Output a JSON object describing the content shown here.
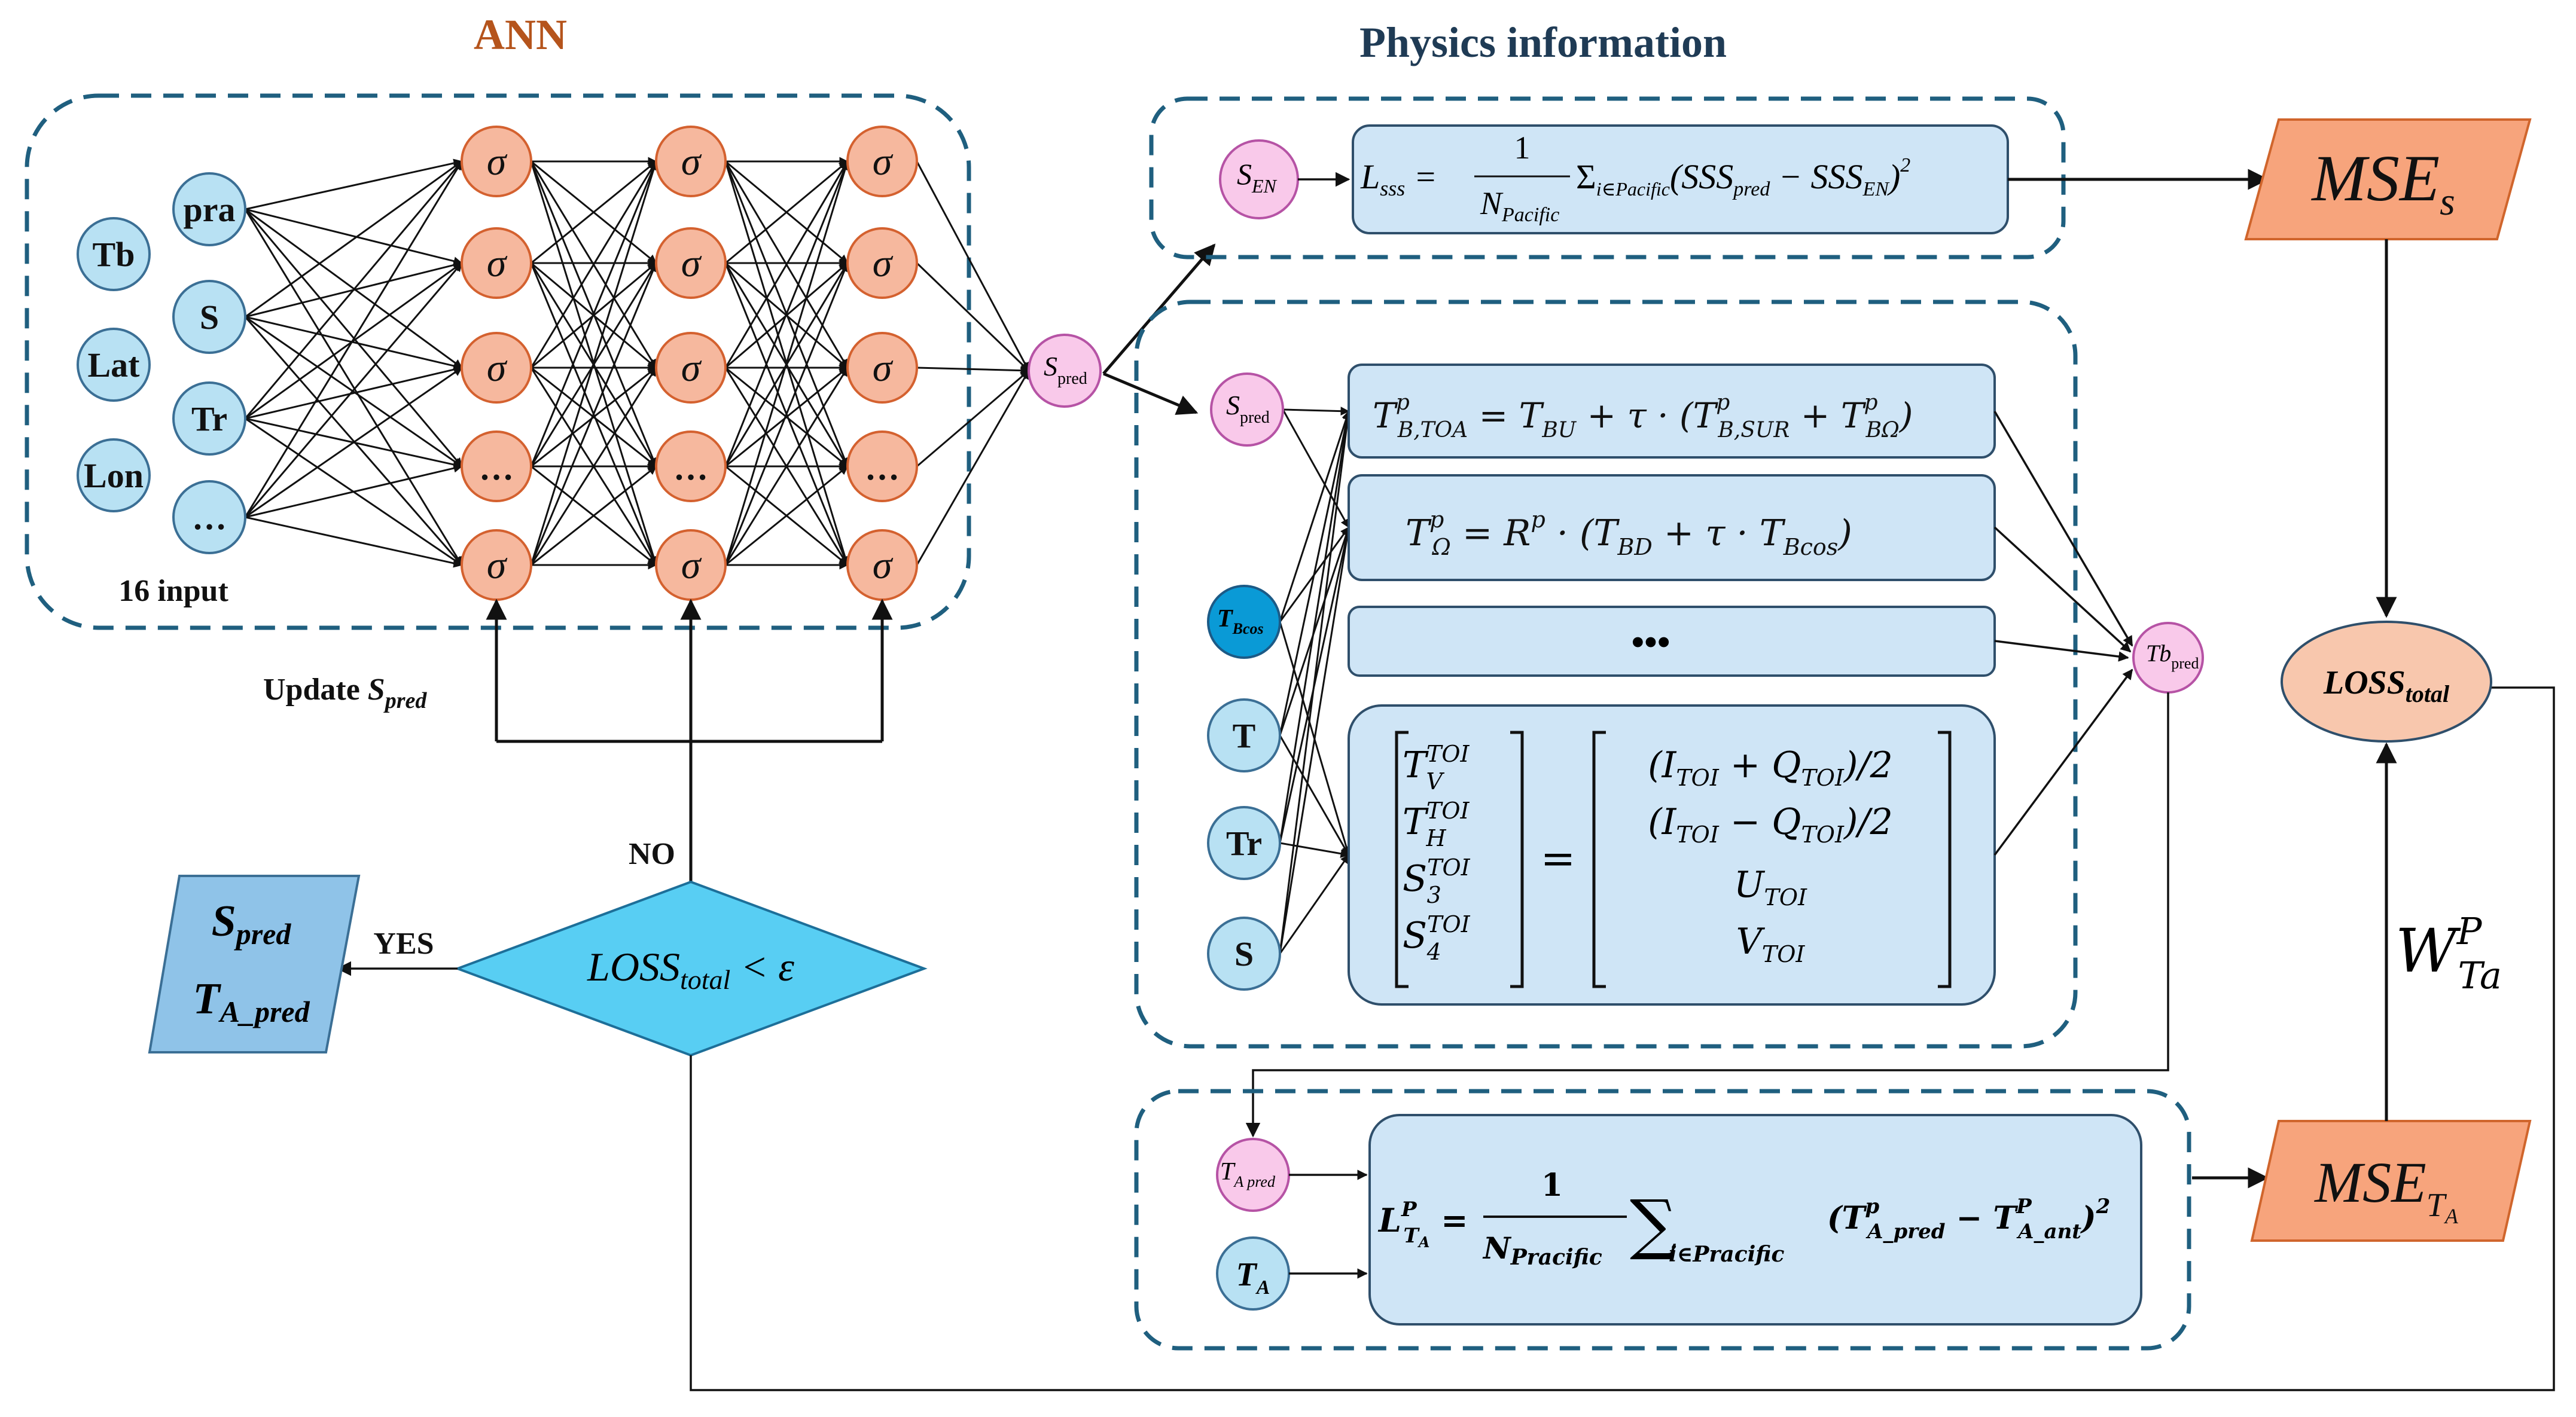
{
  "titles": {
    "ann": "ANN",
    "physics": "Physics information"
  },
  "inputs": {
    "column1": [
      "Tb",
      "Lat",
      "Lon"
    ],
    "column2": [
      "pra",
      "S",
      "Tr",
      "…"
    ],
    "count_label": "16 input"
  },
  "hidden_layer_nodes": [
    "σ",
    "σ",
    "σ",
    "…",
    "σ"
  ],
  "ann_output": {
    "main": "S",
    "sub": "pred"
  },
  "update_label": {
    "prefix": "Update ",
    "var": "S",
    "sub": "pred"
  },
  "decision": {
    "condition": "LOSS",
    "condition_sub": "total",
    "condition_rest": " < ε",
    "no_label": "NO",
    "yes_label": "YES"
  },
  "result": {
    "line1_main": "S",
    "line1_sub": "pred",
    "line2_main": "T",
    "line2_sub": "A_pred"
  },
  "physics_top": {
    "node_main": "S",
    "node_sub": "EN",
    "equation": {
      "lhs": "L",
      "lhs_sub": "sss",
      "num": "1",
      "den": "N",
      "den_sub": "Pacific",
      "sum": "Σ",
      "sum_sub": "i∈Pacific",
      "body_a": "(SSS",
      "body_a_sub": "pred",
      "body_b": " − SSS",
      "body_b_sub": "EN",
      "body_c": ")",
      "power": "2"
    }
  },
  "physics_mid": {
    "nodes": [
      {
        "main": "S",
        "sub": "pred"
      },
      {
        "main": "T",
        "sub": "Bcos"
      },
      {
        "main": "T",
        "sub": ""
      },
      {
        "main": "Tr",
        "sub": ""
      },
      {
        "main": "S",
        "sub": ""
      }
    ],
    "eq1": {
      "lhs": "T",
      "lhs_sup": "p",
      "lhs_sub": "B,TOA",
      "rhs1": " = T",
      "rhs1_sub": "BU",
      "rhs2": " + τ · (T",
      "rhs2_sup": "p",
      "rhs2_sub": "B,SUR",
      "rhs3": " + T",
      "rhs3_sup": "p",
      "rhs3_sub": "BΩ",
      "rhs4": ")"
    },
    "eq2": {
      "lhs": "T",
      "lhs_sup": "p",
      "lhs_sub": "Ω",
      "rhs1": " = R",
      "rhs1_sup": "p",
      "rhs2": " · (T",
      "rhs2_sub": "BD",
      "rhs3": " + τ · T",
      "rhs3_sub": "Bcos",
      "rhs4": ")"
    },
    "eq3": "•••",
    "matrix_left": [
      {
        "main": "T",
        "sup": "TOI",
        "sub": "V"
      },
      {
        "main": "T",
        "sup": "TOI",
        "sub": "H"
      },
      {
        "main": "S",
        "sup": "TOI",
        "sub": "3"
      },
      {
        "main": "S",
        "sup": "TOI",
        "sub": "4"
      }
    ],
    "matrix_right": [
      {
        "a": "(I",
        "a_sub": "TOI",
        "b": " + Q",
        "b_sub": "TOI",
        "c": ")/2"
      },
      {
        "a": "(I",
        "a_sub": "TOI",
        "b": " − Q",
        "b_sub": "TOI",
        "c": ")/2"
      },
      {
        "a": "U",
        "a_sub": "TOI",
        "b": "",
        "b_sub": "",
        "c": ""
      },
      {
        "a": "V",
        "a_sub": "TOI",
        "b": "",
        "b_sub": "",
        "c": ""
      }
    ],
    "equals": "=",
    "output": {
      "main": "Tb",
      "sub": "pred"
    }
  },
  "physics_bottom": {
    "nodes": [
      {
        "main": "T",
        "sub": "A pred"
      },
      {
        "main": "T",
        "sub": "A"
      }
    ],
    "equation": {
      "lhs": "L",
      "lhs_sup": "P",
      "lhs_sub": "T",
      "lhs_subsub": "A",
      "num": "1",
      "den": "N",
      "den_sub": "Pracific",
      "sum": "∑",
      "sum_sub": "i∈Pracific",
      "body_a": "(T",
      "body_a_sup": "p",
      "body_a_sub": "A_pred",
      "body_b": " − T",
      "body_b_sup": "P",
      "body_b_sub": "A_ant",
      "body_c": ")",
      "power": "2"
    }
  },
  "mse_s": {
    "main": "MSE",
    "sub": "s"
  },
  "mse_ta": {
    "main": "MSE",
    "sub": "T",
    "subsub": "A"
  },
  "loss_total": {
    "main": "LOSS",
    "sub": "total"
  },
  "weight": {
    "main": "W",
    "sup": "P",
    "sub": "Ta"
  },
  "colors": {
    "ann_title": "#b5541c",
    "physics_title": "#1f3b55",
    "input_node": "#b8e1f3",
    "hidden_node": "#f6b89e",
    "pred_node": "#f9c9ea",
    "equation_box": "#cfe5f6",
    "mse": "#f7a47c",
    "decision": "#58cef3"
  }
}
